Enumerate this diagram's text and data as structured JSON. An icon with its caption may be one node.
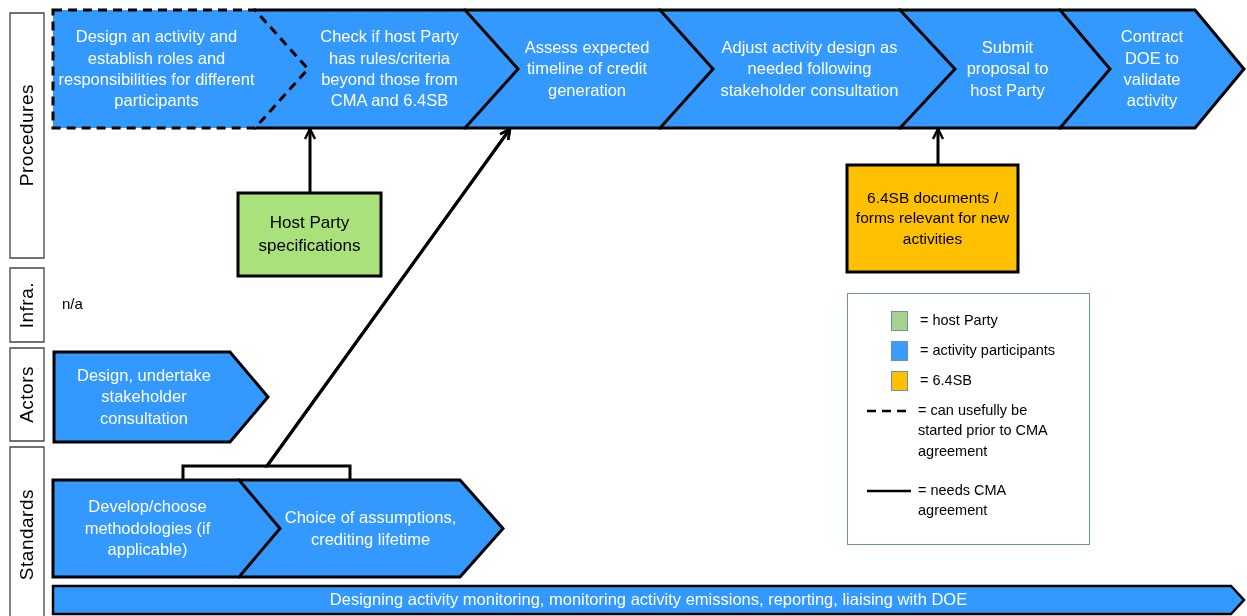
{
  "diagram": {
    "nodes": [
      {
        "text": [
          "Procedures"
        ]
      },
      {
        "text": [
          "Infra."
        ]
      },
      {
        "text": [
          "Actors"
        ]
      },
      {
        "text": [
          "Standards"
        ]
      },
      {
        "text": [
          "Design an activity and establish roles and responsibilities for different participants"
        ]
      },
      {
        "text": [
          "Check if host Party has rules/criteria beyond those from CMA and 6.4SB"
        ]
      },
      {
        "text": [
          "Assess expected timeline of credit generation"
        ]
      },
      {
        "text": [
          "Adjust activity design as needed following stakeholder consultation"
        ]
      },
      {
        "text": [
          "Submit proposal to host Party"
        ]
      },
      {
        "text": [
          "Contract DOE to validate activity"
        ]
      },
      {
        "text": [
          "Host Party specifications"
        ]
      },
      {
        "text": [
          "6.4SB documents / forms relevant for new activities"
        ]
      },
      {
        "text": [
          "Design, undertake stakeholder consultation"
        ]
      },
      {
        "text": [
          "Develop/choose methodologies (if applicable)"
        ]
      },
      {
        "text": [
          "Choice of assumptions, crediting lifetime"
        ]
      },
      {
        "text": [
          "Designing activity monitoring, monitoring activity emissions, reporting, liaising with DOE"
        ]
      }
    ],
    "edges": [
      {
        "from": 10,
        "to": 5,
        "arrow": "to"
      },
      {
        "from": 11,
        "to": 8,
        "arrow": "to"
      },
      {
        "from": 13,
        "to": 6,
        "arrow": "to"
      },
      {
        "from": 14,
        "to": 6,
        "arrow": "to"
      }
    ],
    "labels": [
      "n/a"
    ],
    "legend": [
      {
        "text": "= host Party",
        "color": "#a9d18e"
      },
      {
        "text": "= activity participants",
        "color": "#3b9cff"
      },
      {
        "text": "= 6.4SB",
        "color": "#ffc000"
      },
      {
        "text": "= can usefully be started prior to CMA agreement"
      },
      {
        "text": "= needs CMA agreement"
      }
    ]
  }
}
